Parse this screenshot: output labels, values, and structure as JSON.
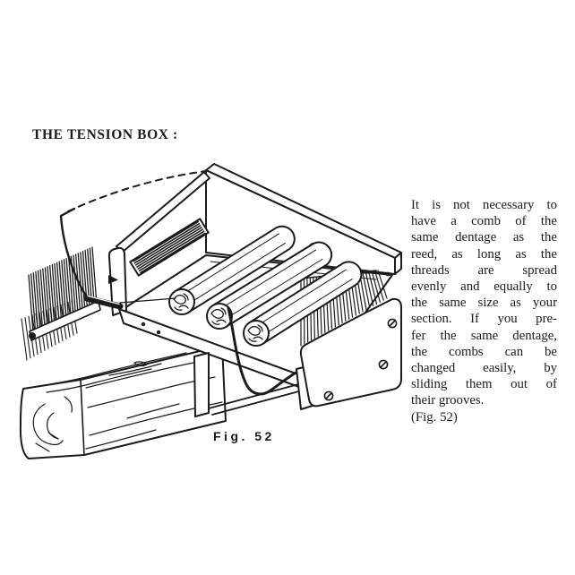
{
  "page": {
    "paper_color": "#ffffff",
    "ink_color": "#1b1b1b"
  },
  "heading": {
    "text": "THE TENSION BOX :"
  },
  "article": {
    "lines": [
      "It is not necessary to",
      "have a comb of the",
      "same dentage as the",
      "reed, as long as the",
      "threads are spread",
      "evenly and equally to",
      "the same size as your",
      "section. If you pre-",
      "fer the same dentage,",
      "the combs can be",
      "changed easily, by",
      "sliding them out of",
      "their grooves.",
      "(Fig. 52)"
    ]
  },
  "figure": {
    "caption": "Fig. 52"
  }
}
